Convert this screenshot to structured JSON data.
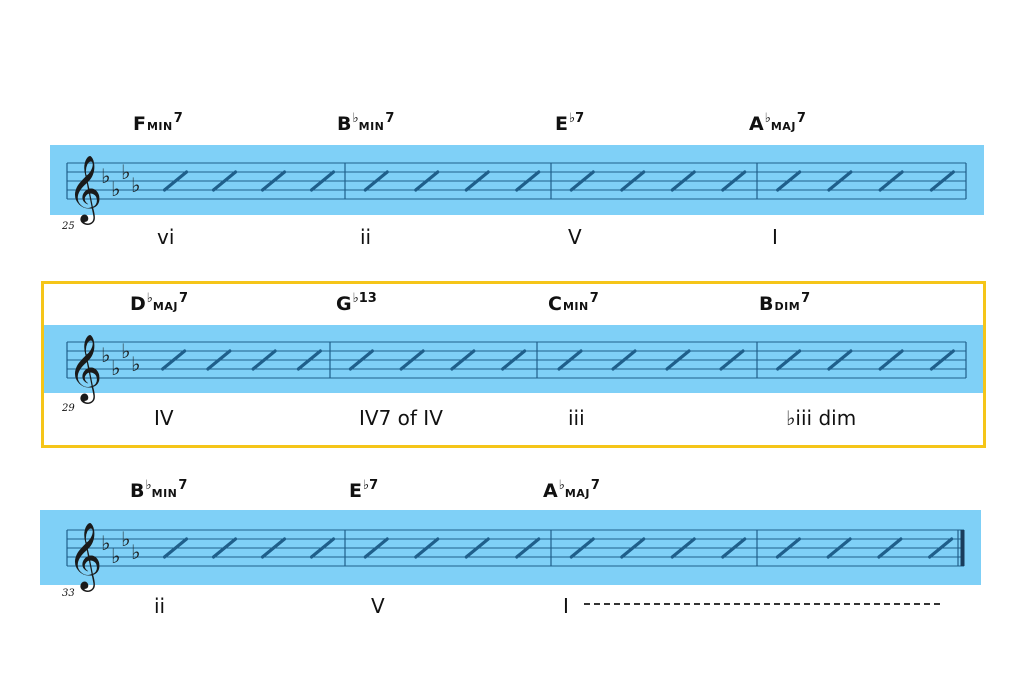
{
  "systems": [
    {
      "measure_number": "25",
      "highlighted": false,
      "chords": [
        {
          "root": "F",
          "acc": "",
          "qual": "MIN",
          "ext": "7"
        },
        {
          "root": "B",
          "acc": "♭",
          "qual": "MIN",
          "ext": "7"
        },
        {
          "root": "E",
          "acc": "♭7",
          "qual": "",
          "ext": ""
        },
        {
          "root": "A",
          "acc": "♭",
          "qual": "MAJ",
          "ext": "7"
        }
      ],
      "romans": [
        "vi",
        "ii",
        "V",
        "I"
      ],
      "final_barline": false,
      "dashed_continuation": false
    },
    {
      "measure_number": "29",
      "highlighted": true,
      "chords": [
        {
          "root": "D",
          "acc": "♭",
          "qual": "MAJ",
          "ext": "7"
        },
        {
          "root": "G",
          "acc": "♭13",
          "qual": "",
          "ext": ""
        },
        {
          "root": "C",
          "acc": "",
          "qual": "MIN",
          "ext": "7"
        },
        {
          "root": "B",
          "acc": "",
          "qual": "DIM",
          "ext": "7"
        }
      ],
      "romans": [
        "IV",
        "IV7 of IV",
        "iii",
        "♭iii dim"
      ],
      "final_barline": false,
      "dashed_continuation": false
    },
    {
      "measure_number": "33",
      "highlighted": false,
      "chords": [
        {
          "root": "B",
          "acc": "♭",
          "qual": "MIN",
          "ext": "7"
        },
        {
          "root": "E",
          "acc": "♭7",
          "qual": "",
          "ext": ""
        },
        {
          "root": "A",
          "acc": "♭",
          "qual": "MAJ",
          "ext": "7"
        }
      ],
      "romans": [
        "ii",
        "V",
        "I"
      ],
      "final_barline": true,
      "dashed_continuation": true
    }
  ],
  "colors": {
    "band": "#7fd0f7",
    "highlight_border": "#f5c518",
    "staff_line": "#1f5f8b",
    "slash": "#1f5f8b"
  },
  "clef": "treble-clef-icon",
  "key_signature": "four flats"
}
